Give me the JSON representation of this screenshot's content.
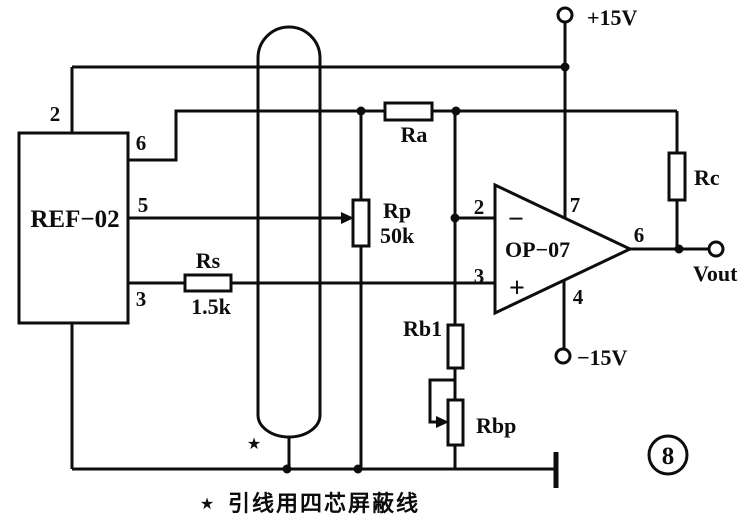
{
  "figure": {
    "number": "8",
    "caption_marker": "★",
    "caption_text": "引线用四芯屏蔽线",
    "shield_note_marker": "★"
  },
  "power": {
    "positive_rail": "+15V",
    "negative_rail": "−15V"
  },
  "reference_ic": {
    "name": "REF−02",
    "pin_supply": "2",
    "pin_output": "6",
    "pin_trim": "5",
    "pin_ground": "3"
  },
  "opamp": {
    "name": "OP−07",
    "pin_inverting": "2",
    "pin_noninverting": "3",
    "pin_vplus": "7",
    "pin_vminus": "4",
    "pin_output": "6",
    "inverting_sign": "−",
    "noninverting_sign": "+"
  },
  "components": {
    "ra": {
      "label": "Ra"
    },
    "rp": {
      "label": "Rp",
      "value": "50k"
    },
    "rs": {
      "label": "Rs",
      "value": "1.5k"
    },
    "rb1": {
      "label": "Rb1"
    },
    "rbp": {
      "label": "Rbp"
    },
    "rc": {
      "label": "Rc"
    }
  },
  "output": {
    "label": "Vout"
  }
}
